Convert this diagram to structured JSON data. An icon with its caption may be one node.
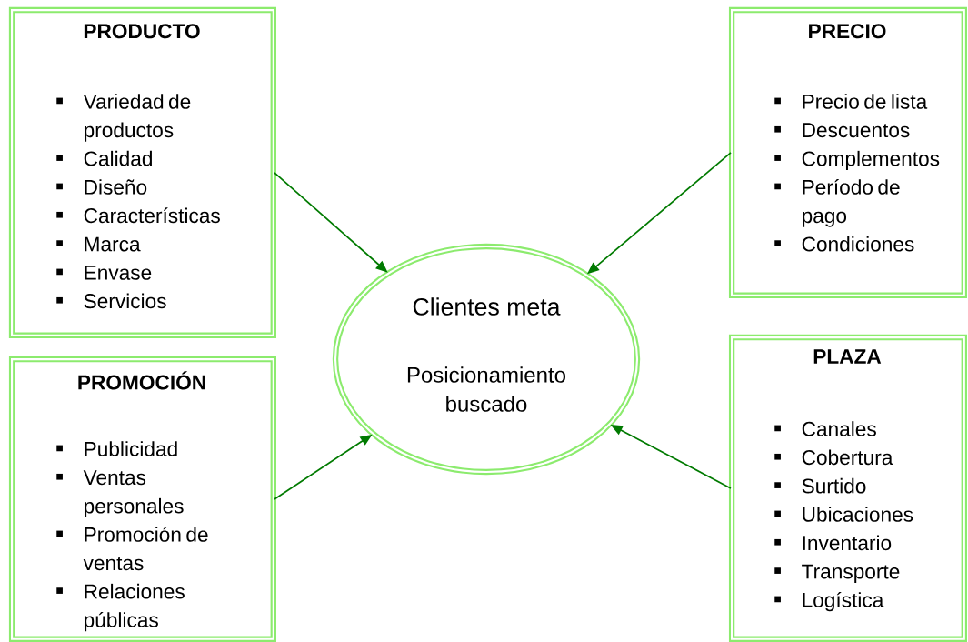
{
  "diagram": {
    "nodes": [
      {
        "text": [
          "PRODUCTO",
          "Variedad de productos",
          "Calidad",
          "Diseño",
          "Características",
          "Marca",
          "Envase",
          "Servicios"
        ]
      },
      {
        "text": [
          "PRECIO",
          "Precio de lista",
          "Descuentos",
          "Complementos",
          "Período de pago",
          "Condiciones"
        ]
      },
      {
        "text": [
          "Clientes meta",
          "Posicionamiento buscado"
        ]
      },
      {
        "text": [
          "PROMOCIÓN",
          "Publicidad",
          "Ventas personales",
          "Promoción de ventas",
          "Relaciones públicas"
        ]
      },
      {
        "text": [
          "PLAZA",
          "Canales",
          "Cobertura",
          "Surtido",
          "Ubicaciones",
          "Inventario",
          "Transporte",
          "Logística"
        ]
      }
    ],
    "edges": [
      {
        "from": 0,
        "to": 2,
        "arrow": "to"
      },
      {
        "from": 1,
        "to": 2,
        "arrow": "to"
      },
      {
        "from": 3,
        "to": 2,
        "arrow": "to"
      },
      {
        "from": 4,
        "to": 2,
        "arrow": "to"
      }
    ]
  }
}
